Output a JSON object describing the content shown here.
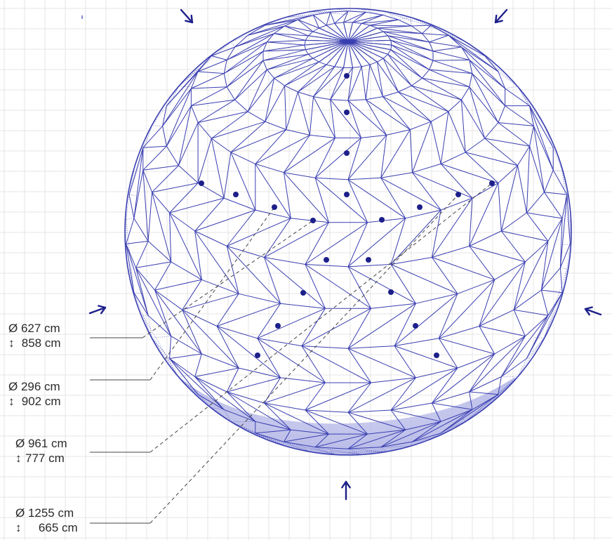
{
  "dimensions": [
    {
      "diameter": "Ø 627 cm",
      "height_symbol": "↕",
      "height": "858 cm"
    },
    {
      "diameter": "Ø 296 cm",
      "height_symbol": "↕",
      "height": "902 cm"
    },
    {
      "diameter": "Ø 961 cm",
      "height_symbol": "↕",
      "height": "777 cm"
    },
    {
      "diameter": "Ø 1255 cm",
      "height_symbol": "↕",
      "height": "665 cm"
    }
  ],
  "colors": {
    "mesh": "#3a3fb0",
    "nodes": "#1c1f8a",
    "fill": "#8b8fd6",
    "grid": "#e4e4e4",
    "leader": "#444444",
    "text": "#2a2a2a"
  },
  "arrows": [
    "arrow-down-right",
    "arrow-down-left",
    "arrow-right",
    "arrow-left",
    "arrow-up"
  ]
}
